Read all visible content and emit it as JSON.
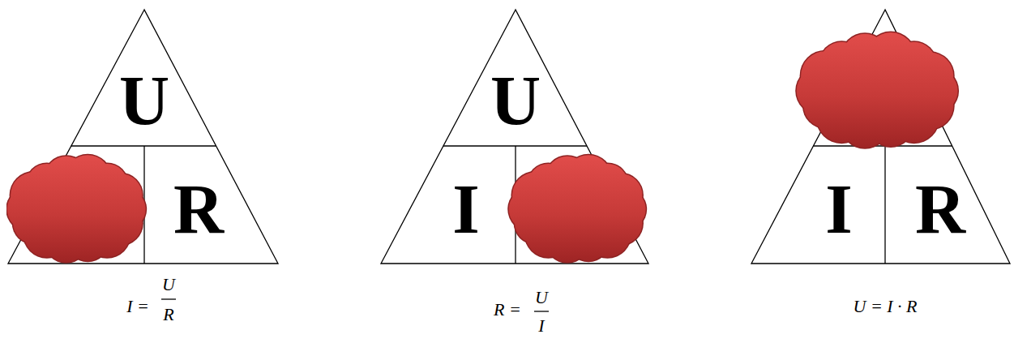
{
  "diagram": {
    "nodes": [
      {
        "text": [
          "U",
          "R"
        ]
      },
      {
        "text": [
          "U",
          "I"
        ]
      },
      {
        "text": [
          "I",
          "R"
        ]
      }
    ],
    "labels": [
      "I =",
      "U",
      "R",
      "R =",
      "U",
      "I",
      "U = I · R"
    ]
  }
}
